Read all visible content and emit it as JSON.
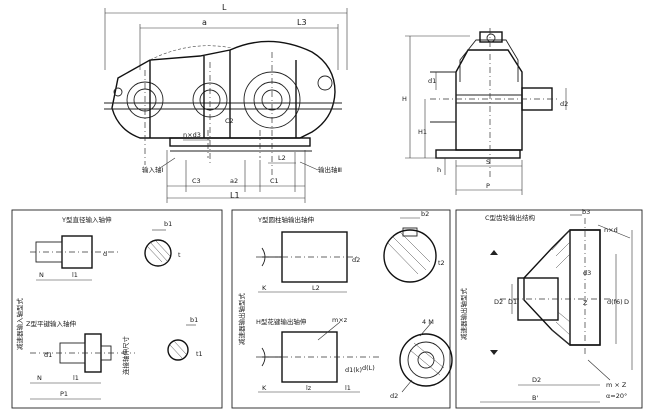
{
  "drawing": {
    "main_view": {
      "dimensions": {
        "L": "L",
        "a": "a",
        "L3": "L3",
        "L1": "L1",
        "C1": "C1",
        "C2": "C2",
        "C3": "C3",
        "a2": "a2",
        "L2": "L2",
        "n_d3": "n×d3"
      },
      "labels": {
        "input_shaft": "输入轴Ⅰ",
        "output_shaft": "输出轴Ⅲ"
      }
    },
    "side_view": {
      "dimensions": {
        "H": "H",
        "d1": "d1",
        "d2": "d2",
        "H1": "H1",
        "h": "h",
        "S": "S",
        "P": "P"
      }
    },
    "bottom_left": {
      "vertical_label": "减速器输入轴型式",
      "y_type_title": "Y型直径输入轴伸",
      "z_type_title": "Z型平键输入轴伸",
      "dims": {
        "b1": "b1",
        "d": "d",
        "t": "t",
        "N": "N",
        "l1": "l1",
        "P1": "P1",
        "l1_lower": "l1",
        "N_lower": "N",
        "d1": "d1",
        "t1": "t1",
        "vert_text": "连接轴伸尺寸"
      }
    },
    "bottom_middle": {
      "vertical_label": "减速器输出轴型式",
      "top_title": "Y型圆柱轴输出轴伸",
      "bottom_title": "H型花键输出轴伸",
      "dims": {
        "b2": "b2",
        "d2": "d2",
        "t2": "t2",
        "K": "K",
        "L2": "L2",
        "mz": "m×z",
        "d_lk": "d1(k)",
        "d_L": "d(L)",
        "lz": "lz",
        "l1": "l1",
        "K_lower": "K",
        "M": "4 M",
        "d2_lower": "d2"
      }
    },
    "bottom_right": {
      "vertical_label": "减速器输出轴型式",
      "title": "C型齿轮输出结构",
      "dims": {
        "b3": "b3",
        "n_d": "n×d",
        "D": "D",
        "D1": "D1",
        "D2": "D2",
        "B": "B'",
        "d_f6": "d(f6)",
        "d3": "d3",
        "z": "Z",
        "callout": "m × Z",
        "angle": "α=20°"
      }
    }
  }
}
